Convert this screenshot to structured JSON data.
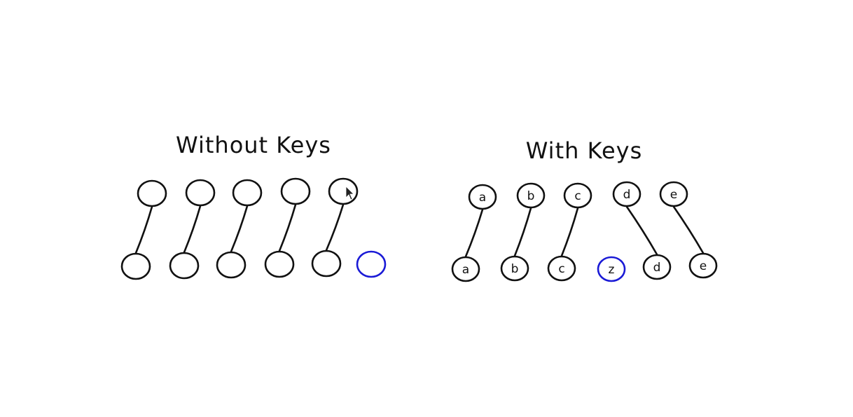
{
  "colors": {
    "ink": "#111111",
    "highlight": "#1a1ad6",
    "background": "#ffffff"
  },
  "diagrams": [
    {
      "title": "Without Keys",
      "top_row": [
        "",
        "",
        "",
        "",
        ""
      ],
      "bottom_row": [
        {
          "label": "",
          "new": false
        },
        {
          "label": "",
          "new": false
        },
        {
          "label": "",
          "new": false
        },
        {
          "label": "",
          "new": false
        },
        {
          "label": "",
          "new": false
        },
        {
          "label": "",
          "new": true
        }
      ],
      "links": [
        [
          0,
          0
        ],
        [
          1,
          1
        ],
        [
          2,
          2
        ],
        [
          3,
          3
        ],
        [
          4,
          4
        ]
      ]
    },
    {
      "title": "With Keys",
      "top_row": [
        "a",
        "b",
        "c",
        "d",
        "e"
      ],
      "bottom_row": [
        {
          "label": "a",
          "new": false
        },
        {
          "label": "b",
          "new": false
        },
        {
          "label": "c",
          "new": false
        },
        {
          "label": "z",
          "new": true
        },
        {
          "label": "d",
          "new": false
        },
        {
          "label": "e",
          "new": false
        }
      ],
      "links": [
        [
          0,
          0
        ],
        [
          1,
          1
        ],
        [
          2,
          2
        ],
        [
          3,
          4
        ],
        [
          4,
          5
        ]
      ]
    }
  ],
  "cursor": "pointer-cursor-icon"
}
